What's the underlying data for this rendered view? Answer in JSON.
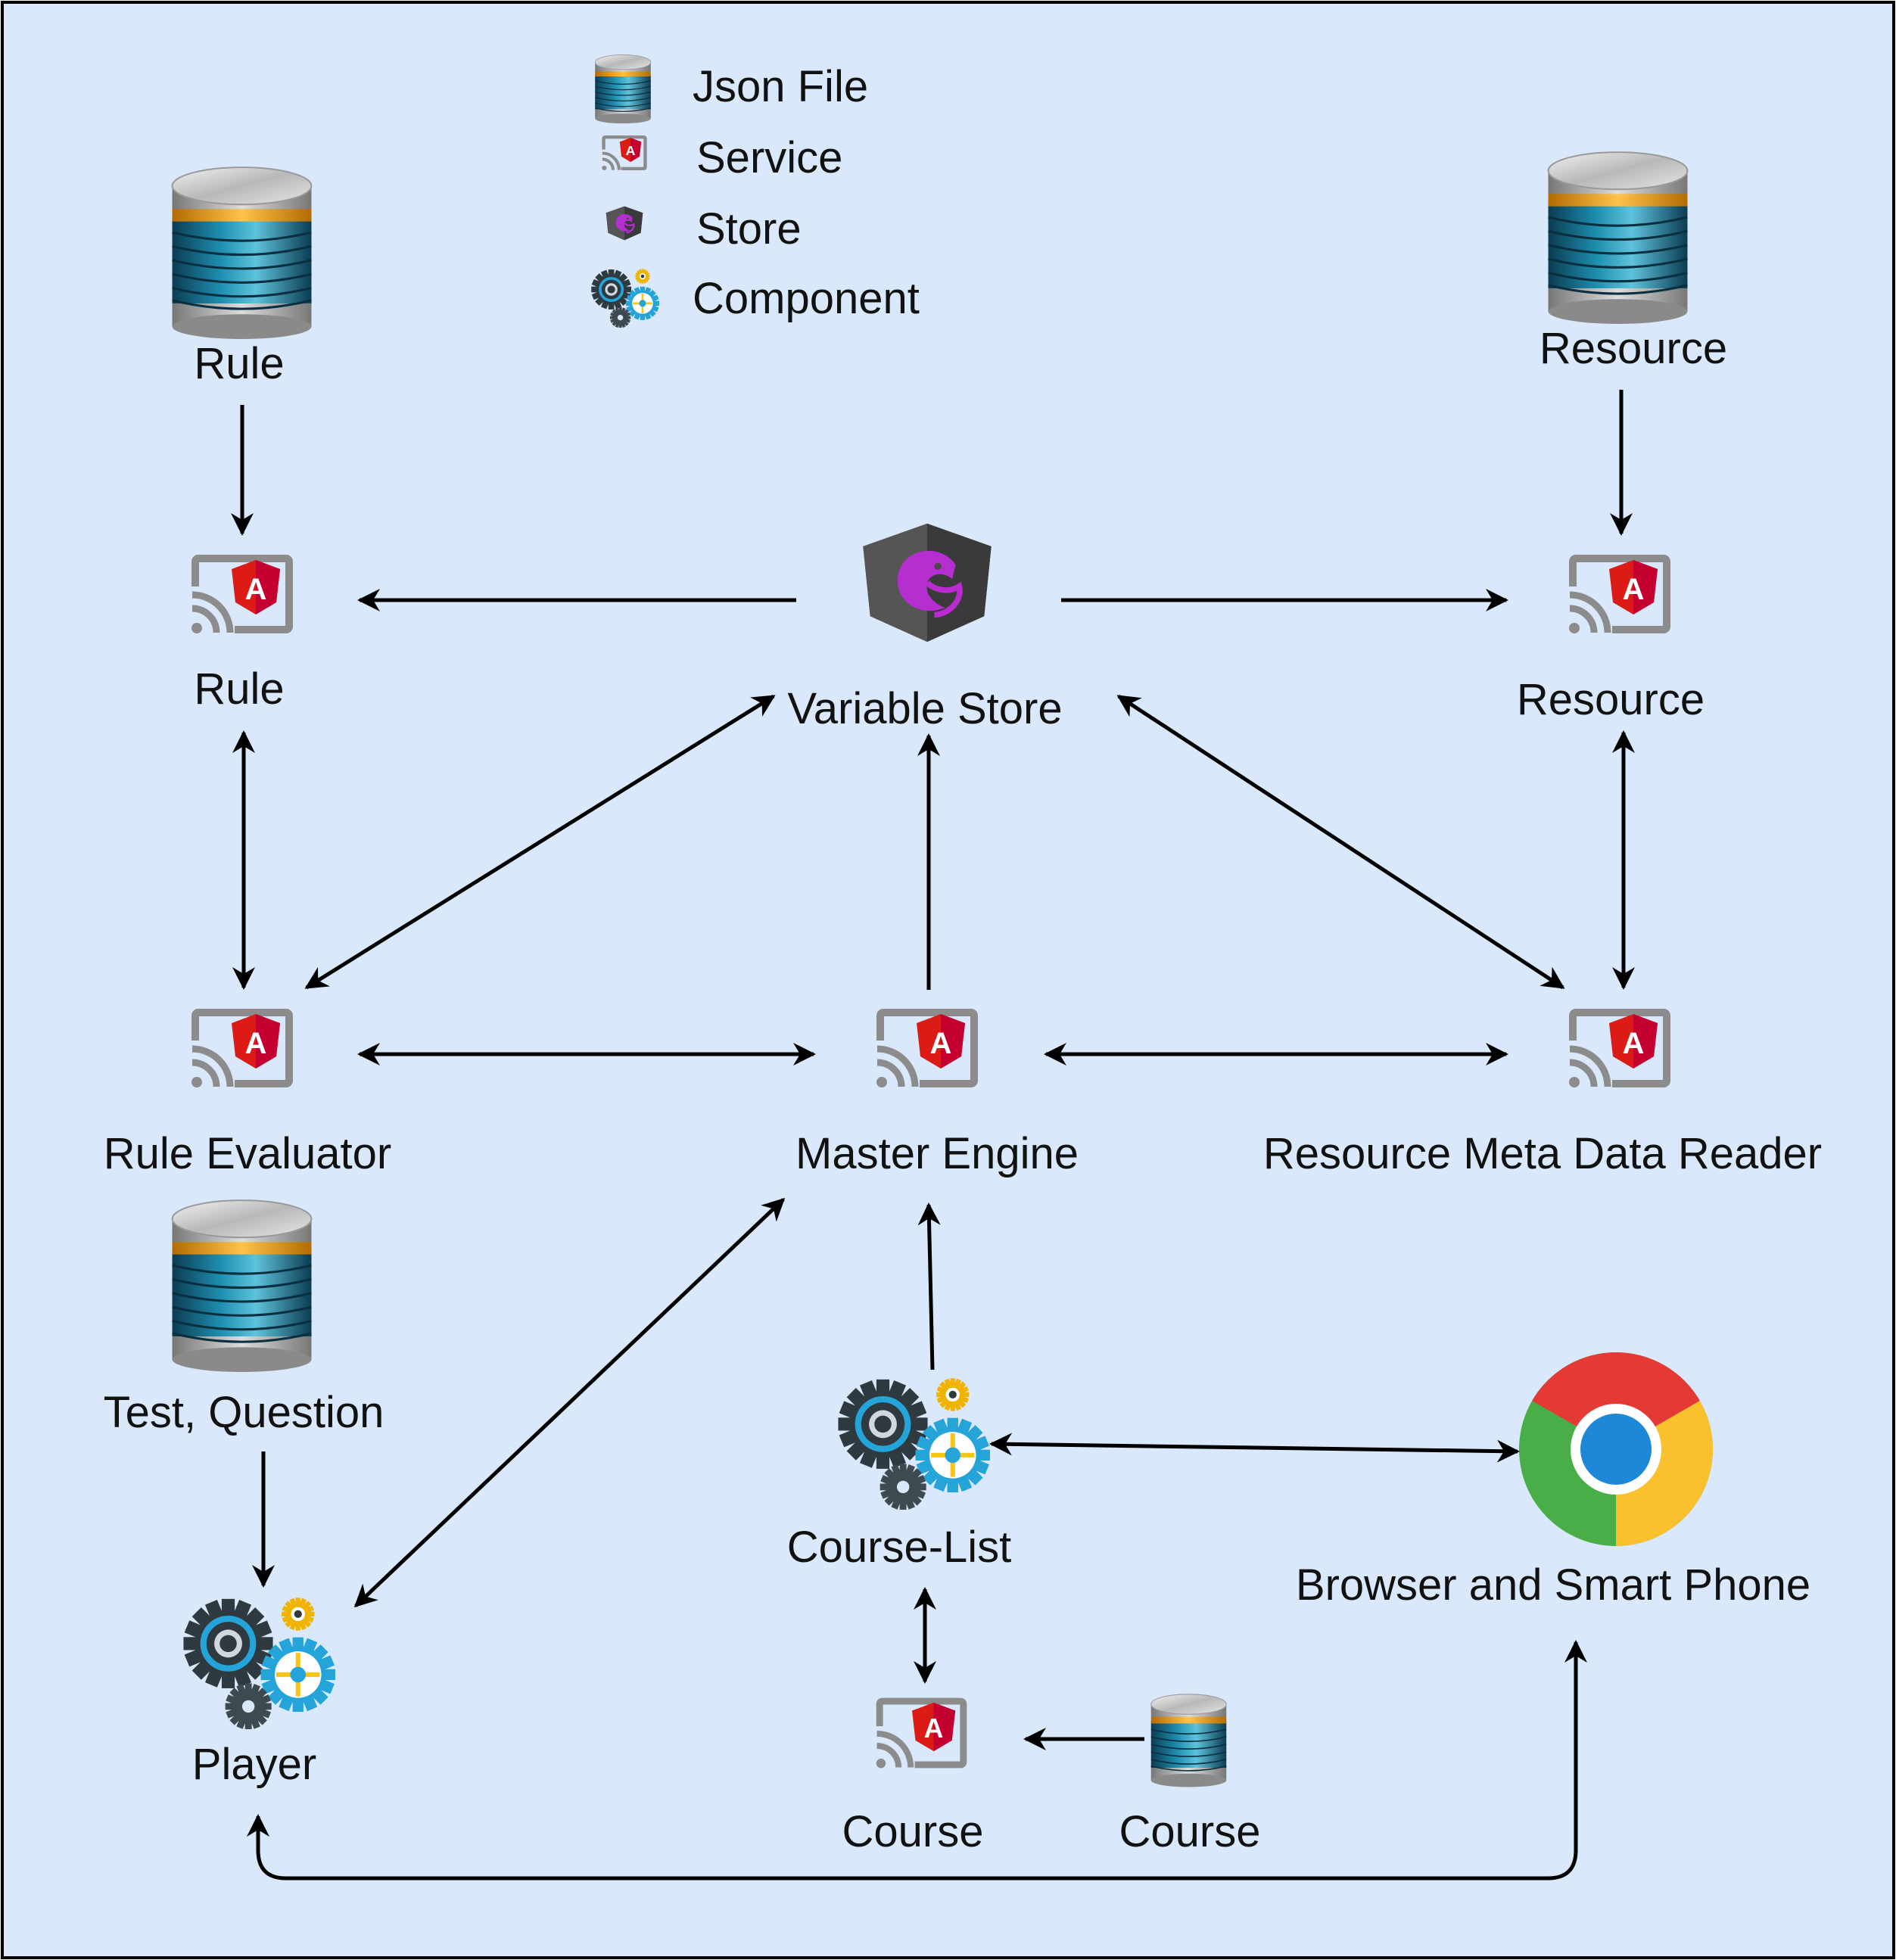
{
  "legend": [
    {
      "icon": "json-file-icon",
      "label": "Json File"
    },
    {
      "icon": "service-icon",
      "label": "Service"
    },
    {
      "icon": "store-icon",
      "label": "Store"
    },
    {
      "icon": "component-icon",
      "label": "Component"
    }
  ],
  "nodes": {
    "rule_json": "Rule",
    "resource_json": "Resource",
    "rule_service": "Rule",
    "variable_store": "Variable Store",
    "resource_service": "Resource",
    "rule_evaluator": "Rule Evaluator",
    "master_engine": "Master Engine",
    "resource_meta": "Resource Meta Data Reader",
    "test_question_json": "Test, Question",
    "course_list": "Course-List",
    "browser": "Browser and Smart Phone",
    "player": "Player",
    "course_service": "Course",
    "course_json": "Course"
  },
  "colors": {
    "background": "#dae8fc",
    "border": "#000000",
    "angular_red": "#dd1b16",
    "store_purple": "#ba2bd2",
    "arrow": "#000000"
  }
}
